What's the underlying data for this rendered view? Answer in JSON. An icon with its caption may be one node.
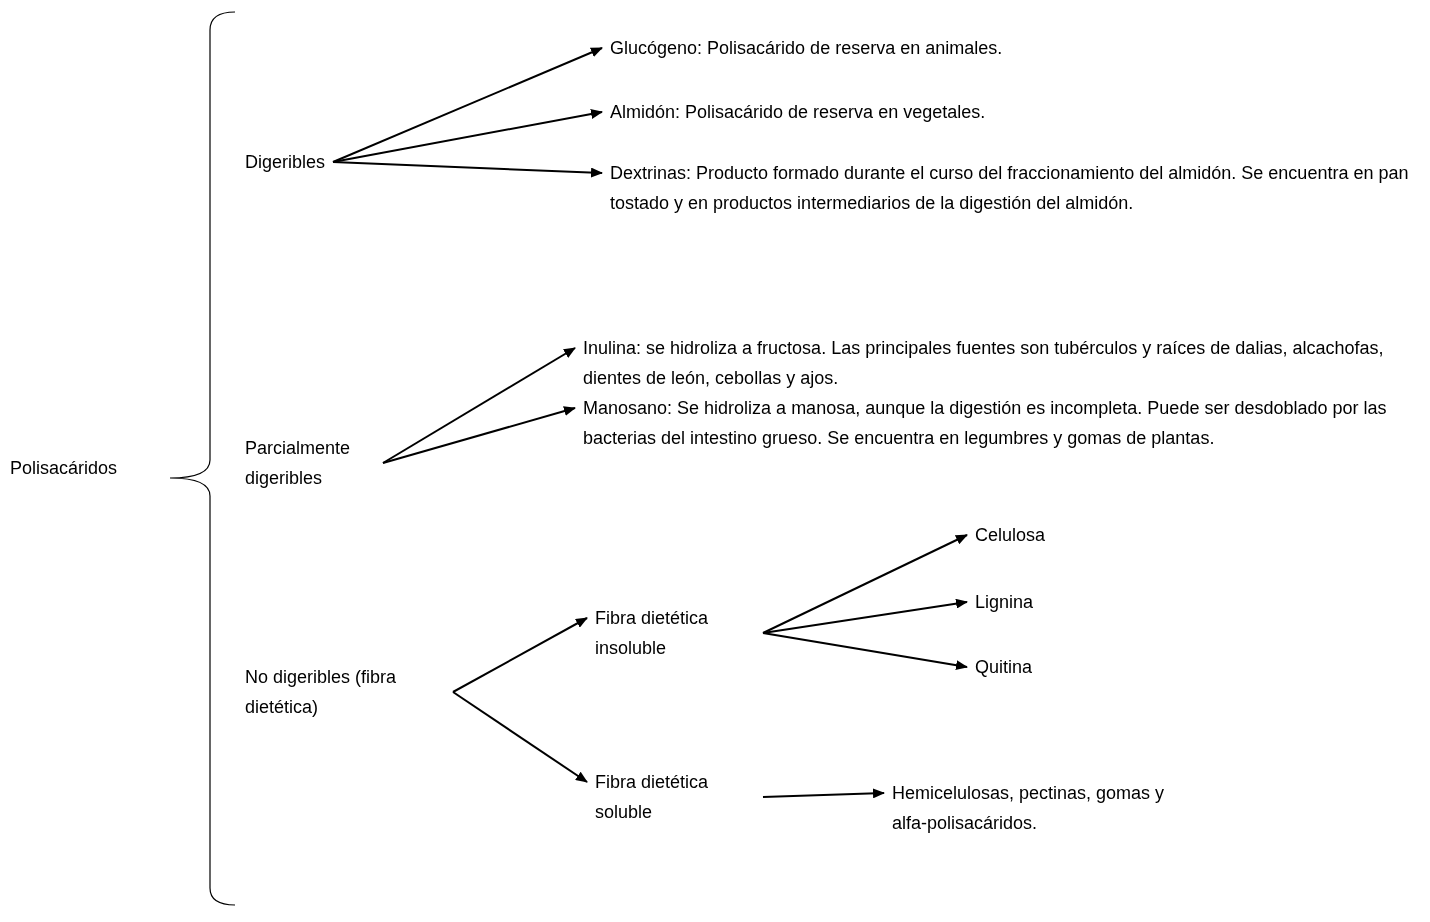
{
  "diagram": {
    "nodes": [
      {
        "text": [
          "Polisacáridos"
        ]
      },
      {
        "text": [
          "Digeribles"
        ]
      },
      {
        "text": [
          "Glucógeno: Polisacárido de reserva en animales."
        ]
      },
      {
        "text": [
          "Almidón: Polisacárido de reserva en vegetales."
        ]
      },
      {
        "text": [
          "Dextrinas: Producto formado durante el curso del fraccionamiento del almidón. Se encuentra en pan tostado y en productos intermediarios de la digestión del almidón."
        ]
      },
      {
        "text": [
          "Parcialmente digeribles"
        ]
      },
      {
        "text": [
          "Inulina: se hidroliza a fructosa. Las principales fuentes son tubérculos y raíces de dalias, alcachofas, dientes de león, cebollas y ajos."
        ]
      },
      {
        "text": [
          "Manosano: Se hidroliza a manosa, aunque la digestión es incompleta. Puede ser desdoblado por las bacterias del intestino grueso. Se encuentra en legumbres y gomas de plantas."
        ]
      },
      {
        "text": [
          "No digeribles (fibra dietética)"
        ]
      },
      {
        "text": [
          "Fibra dietética insoluble"
        ]
      },
      {
        "text": [
          "Celulosa"
        ]
      },
      {
        "text": [
          "Lignina"
        ]
      },
      {
        "text": [
          "Quitina"
        ]
      },
      {
        "text": [
          "Fibra dietética soluble"
        ]
      },
      {
        "text": [
          "Hemicelulosas, pectinas, gomas y alfa-polisacáridos."
        ]
      }
    ],
    "edges": [
      {
        "from": 1,
        "to": 2,
        "arrow": "to"
      },
      {
        "from": 1,
        "to": 3,
        "arrow": "to"
      },
      {
        "from": 1,
        "to": 4,
        "arrow": "to"
      },
      {
        "from": 5,
        "to": 6,
        "arrow": "to"
      },
      {
        "from": 5,
        "to": 7,
        "arrow": "to"
      },
      {
        "from": 8,
        "to": 9,
        "arrow": "to"
      },
      {
        "from": 8,
        "to": 13,
        "arrow": "to"
      },
      {
        "from": 9,
        "to": 10,
        "arrow": "to"
      },
      {
        "from": 9,
        "to": 11,
        "arrow": "to"
      },
      {
        "from": 9,
        "to": 12,
        "arrow": "to"
      },
      {
        "from": 13,
        "to": 14,
        "arrow": "to"
      }
    ]
  }
}
